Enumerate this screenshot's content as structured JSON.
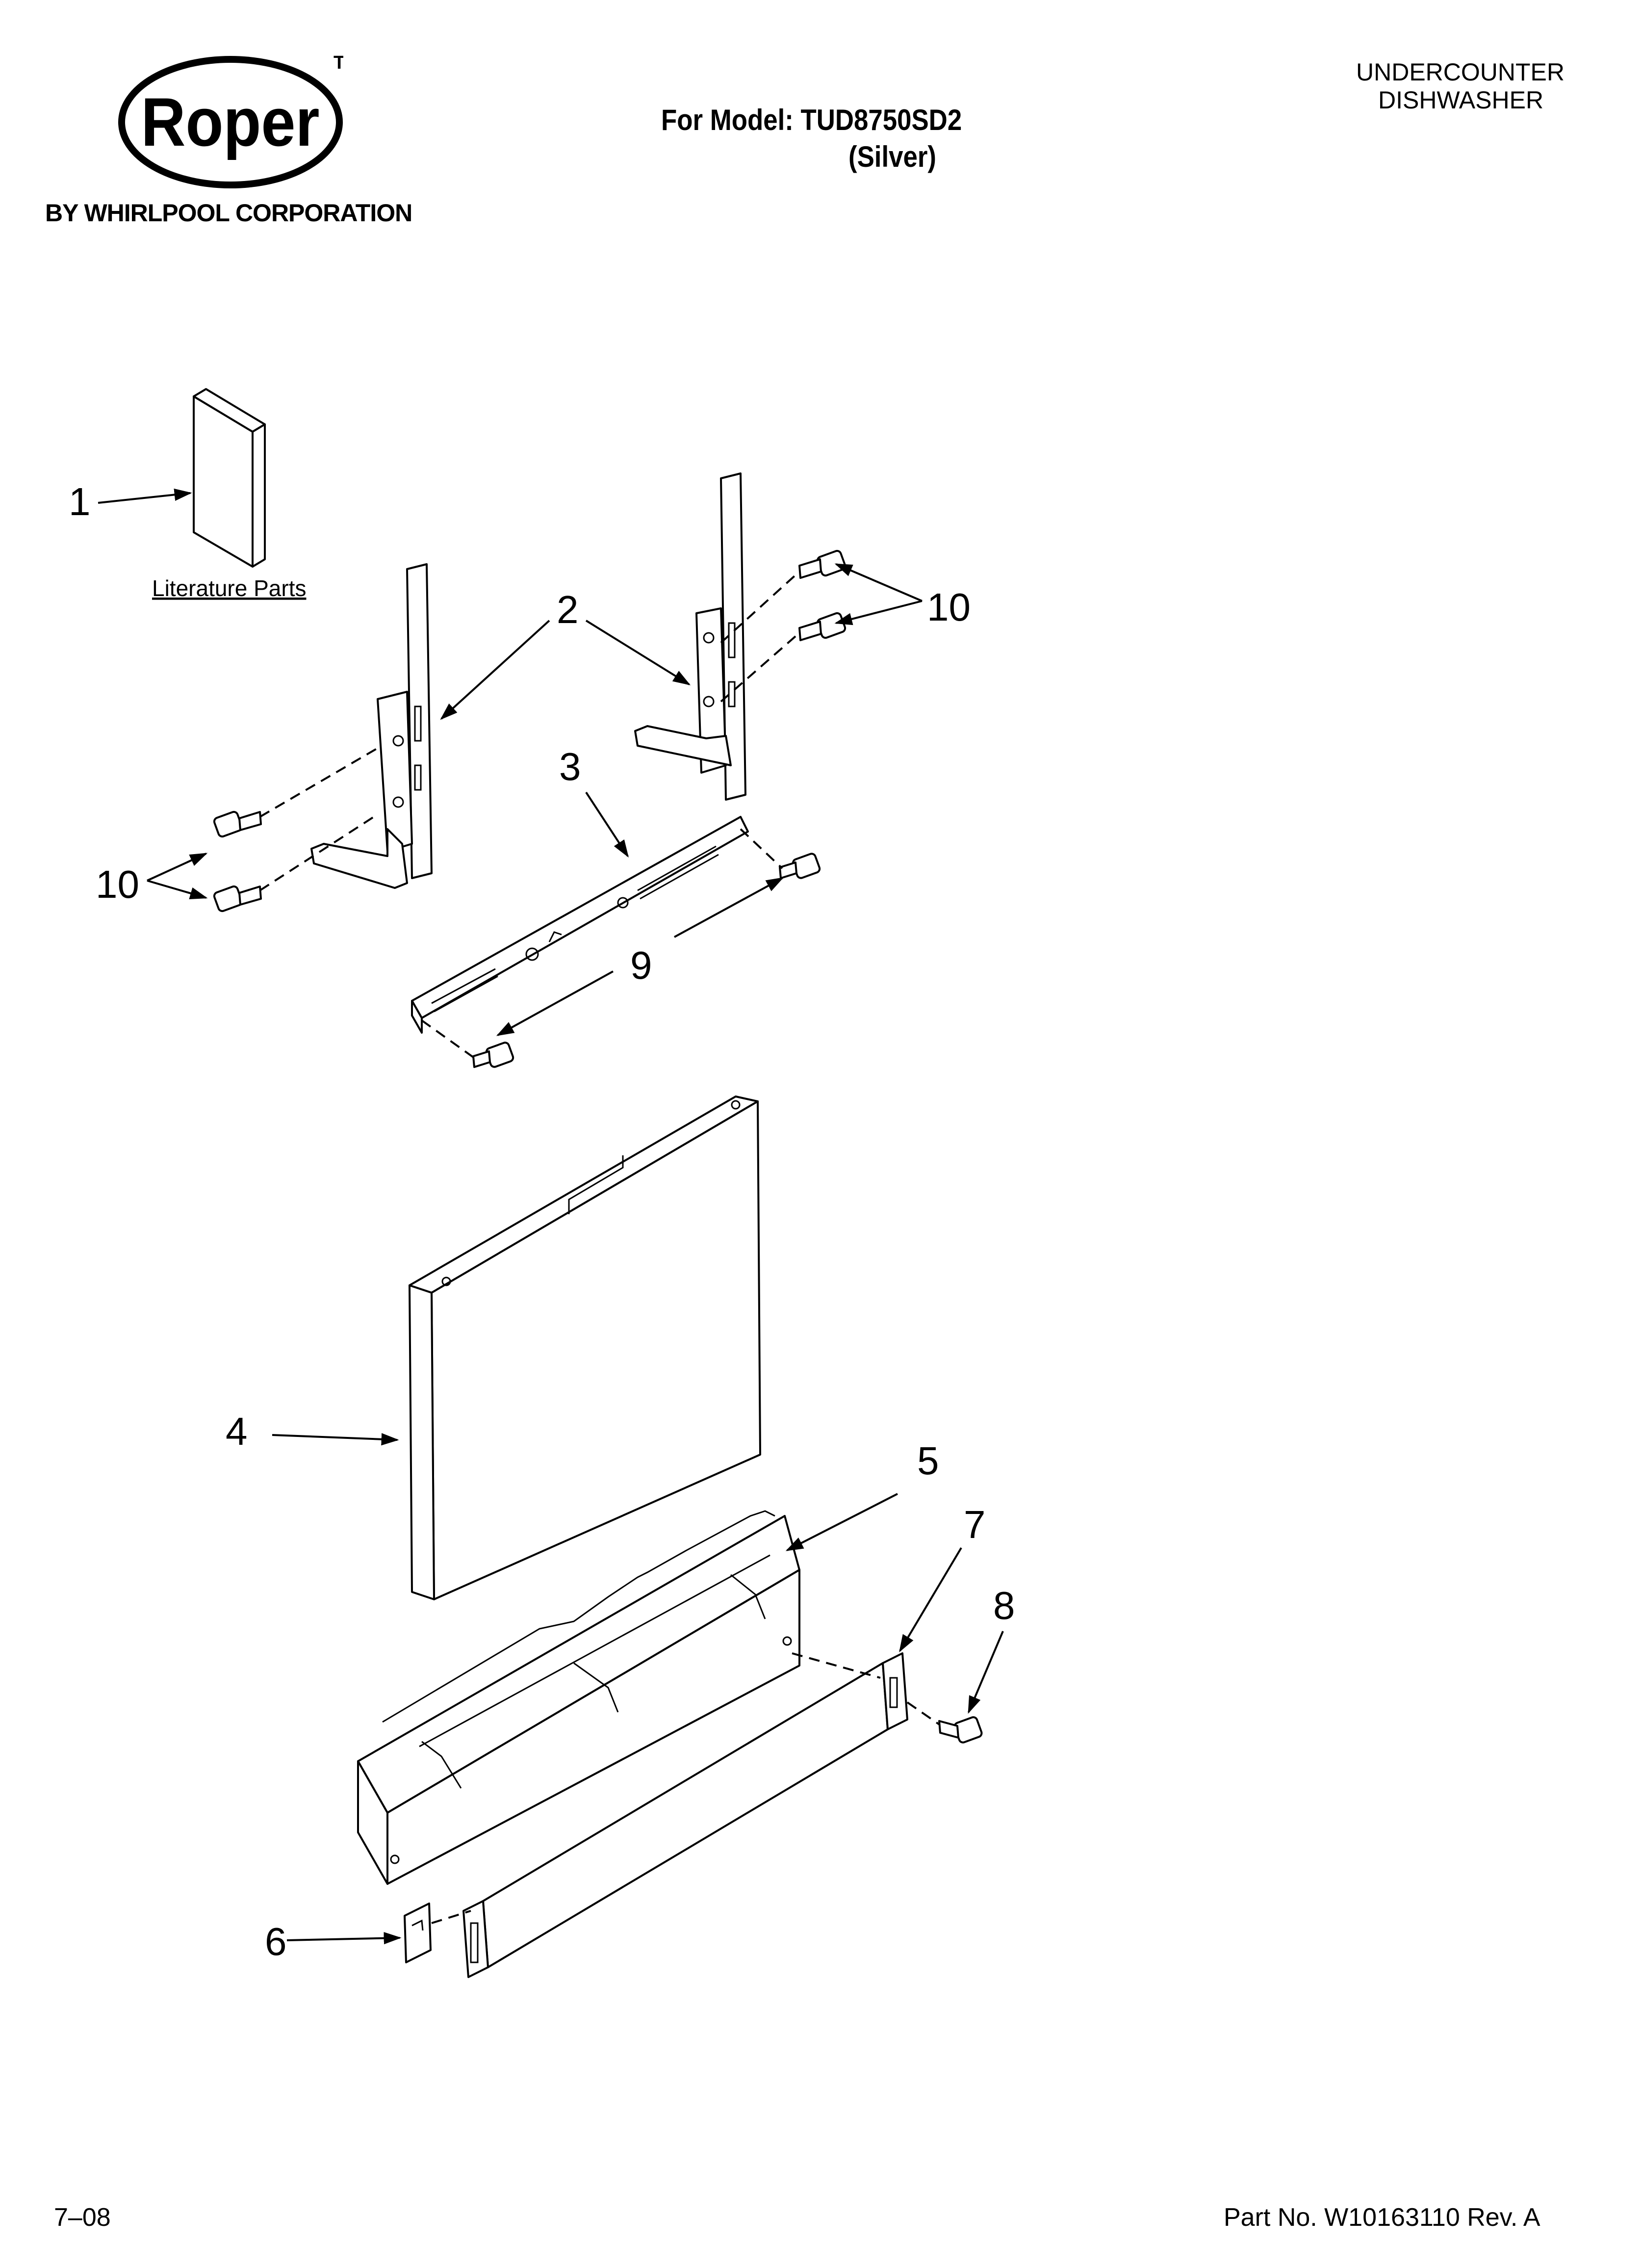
{
  "header": {
    "brand_name": "Roper",
    "trademark": "TM",
    "brand_sub": "BY WHIRLPOOL CORPORATION",
    "model_line": "For Model: TUD8750SD2",
    "model_variant": "(Silver)",
    "product_type_line1": "UNDERCOUNTER",
    "product_type_line2": "DISHWASHER"
  },
  "diagram": {
    "literature_label": "Literature Parts",
    "callouts": {
      "c1": "1",
      "c2": "2",
      "c3": "3",
      "c4": "4",
      "c5": "5",
      "c6": "6",
      "c7": "7",
      "c8": "8",
      "c9": "9",
      "c10a": "10",
      "c10b": "10"
    }
  },
  "footer": {
    "date": "7–08",
    "part_number": "Part No. W10163110 Rev. A"
  }
}
